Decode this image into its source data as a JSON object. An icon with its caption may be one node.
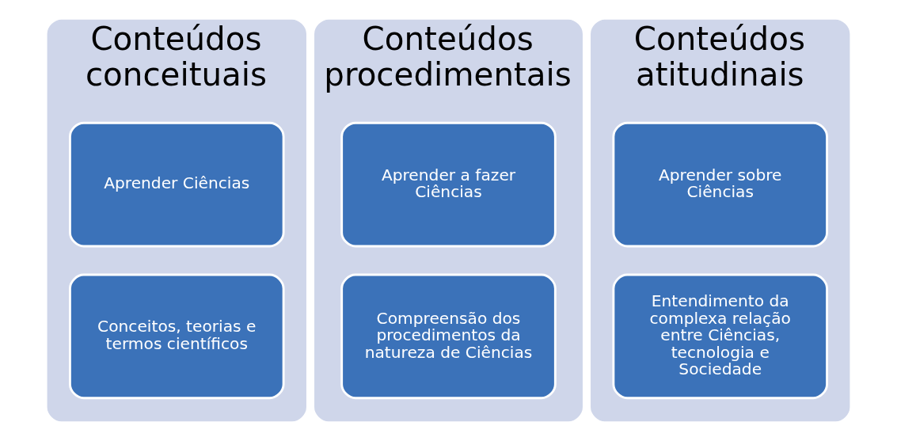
{
  "diagram": {
    "nodes": [
      {
        "text": [
          "Conteúdos conceituais"
        ]
      },
      {
        "text": [
          "Aprender Ciências"
        ],
        "in": 0
      },
      {
        "text": [
          "Conceitos, teorias e termos científicos"
        ],
        "in": 0
      },
      {
        "text": [
          "Conteúdos procedimentais"
        ]
      },
      {
        "text": [
          "Aprender a fazer Ciências"
        ],
        "in": 3
      },
      {
        "text": [
          "Compreensão dos procedimentos da natureza de Ciências"
        ],
        "in": 3
      },
      {
        "text": [
          "Conteúdos atitudinais"
        ]
      },
      {
        "text": [
          "Aprender sobre Ciências"
        ],
        "in": 6
      },
      {
        "text": [
          "Entendimento da complexa relação entre Ciências, tecnologia e Sociedade"
        ],
        "in": 6
      }
    ]
  }
}
